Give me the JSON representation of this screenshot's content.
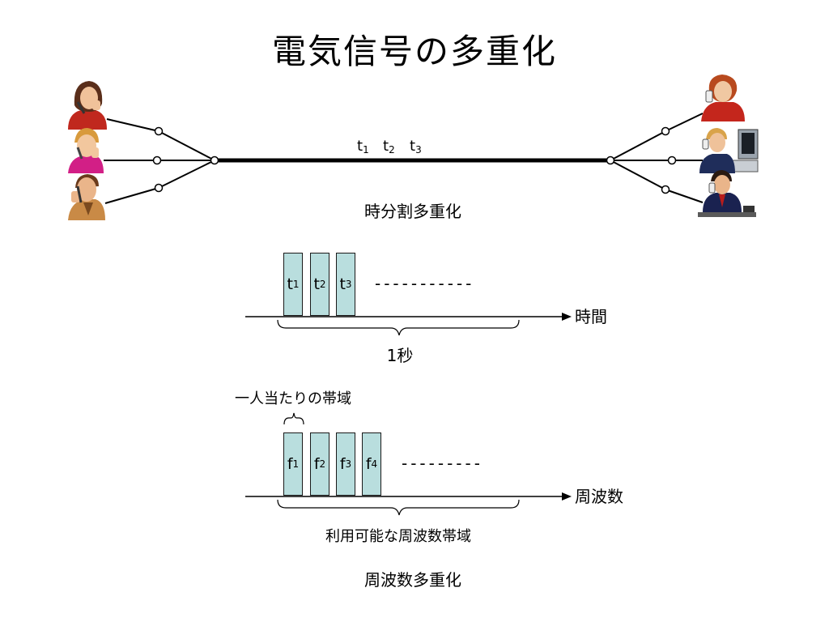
{
  "title": "電気信号の多重化",
  "tdm": {
    "line_slots": [
      {
        "label": "t",
        "sub": "1"
      },
      {
        "label": "t",
        "sub": "2"
      },
      {
        "label": "t",
        "sub": "3"
      }
    ],
    "caption": "時分割多重化",
    "slots": [
      {
        "label": "t",
        "sub": "1"
      },
      {
        "label": "t",
        "sub": "2"
      },
      {
        "label": "t",
        "sub": "3"
      }
    ],
    "dashes": "-----------",
    "axis_label": "時間",
    "brace_label": "1秒"
  },
  "fdm": {
    "per_user_label": "一人当たりの帯域",
    "slots": [
      {
        "label": "f",
        "sub": "1"
      },
      {
        "label": "f",
        "sub": "2"
      },
      {
        "label": "f",
        "sub": "3"
      },
      {
        "label": "f",
        "sub": "4"
      }
    ],
    "dashes": "---------",
    "axis_label": "周波数",
    "brace_label": "利用可能な周波数帯域",
    "caption": "周波数多重化"
  },
  "people_left": [
    "woman-on-phone",
    "boy-on-phone",
    "man-on-phone"
  ],
  "people_right": [
    "businesswoman-on-phone",
    "man-at-computer",
    "businessman-at-desk"
  ],
  "colors": {
    "slot_fill": "#b9dede",
    "line": "#000000"
  }
}
